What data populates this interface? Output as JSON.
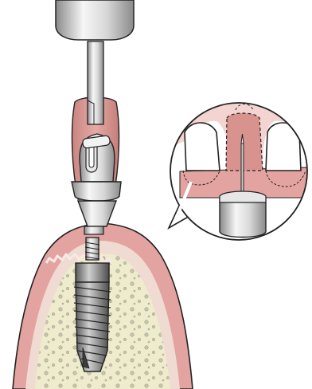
{
  "illustration": {
    "main_view": {
      "components": [
        "driver-handle",
        "driver-shaft",
        "temporary-crown",
        "abutment-screw",
        "abutment",
        "implant-fixture",
        "bone-ridge",
        "gingiva"
      ]
    },
    "inset_view": {
      "components": [
        "central-incisor-left",
        "central-incisor-right",
        "provisional-crown-outline",
        "gingiva",
        "probe-instrument"
      ]
    }
  },
  "colors": {
    "outline": "#222222",
    "gingiva": "#e3a3a0",
    "gingiva_dark": "#d08580",
    "gingiva_light": "#f4d4d1",
    "bone": "#eeeccc",
    "bone_spots": "#b9b7a2",
    "metal_light": "#f4f4f4",
    "metal_mid": "#bdbdbd",
    "metal_dark": "#7a7a7a",
    "tooth": "#ffffff",
    "temp_crown": "#d9938e"
  }
}
